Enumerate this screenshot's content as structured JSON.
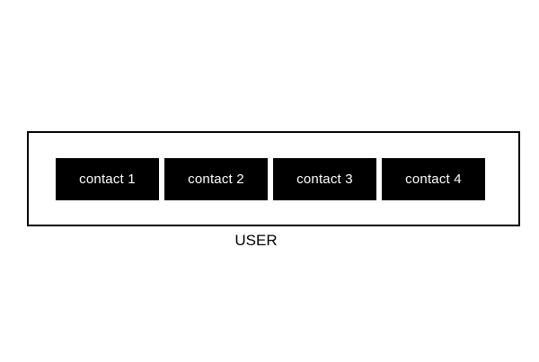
{
  "diagram": {
    "container_label": "USER",
    "contacts": [
      {
        "label": "contact 1"
      },
      {
        "label": "contact 2"
      },
      {
        "label": "contact 3"
      },
      {
        "label": "contact 4"
      }
    ]
  },
  "colors": {
    "box_fill": "#000000",
    "text_on_box": "#ffffff",
    "border": "#000000",
    "background": "#ffffff"
  }
}
